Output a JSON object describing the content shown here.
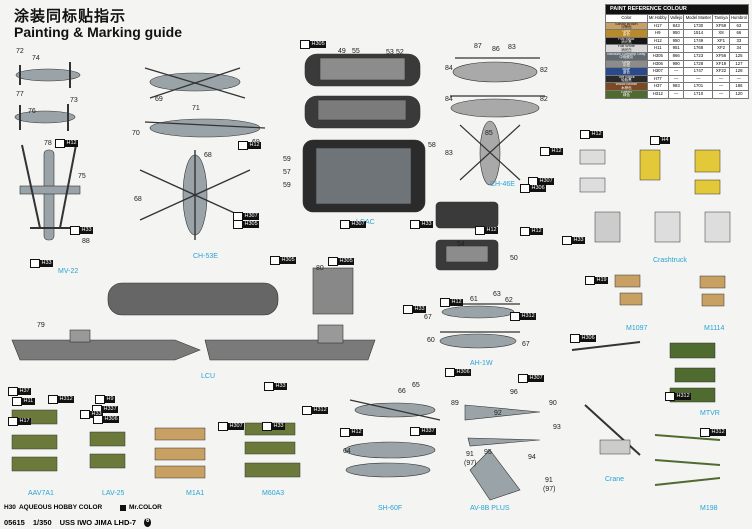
{
  "header": {
    "title_cn": "涂装同标贴指示",
    "title_en": "Painting & Marking guide"
  },
  "paint_table": {
    "title": "PAINT REFERENCE COLOUR",
    "columns": [
      "Color",
      "Mr.Hobby",
      "Vallejo",
      "Model Master",
      "Tamiya",
      "Humbrol"
    ],
    "rows": [
      {
        "color": "Sandy Brown",
        "color_cn": "沙棕色",
        "swatch": "#c9a063",
        "hobby": "H17",
        "vallejo": "843",
        "mm": "1730",
        "tamiya": "XF59",
        "humbrol": "63"
      },
      {
        "color": "Gold",
        "color_cn": "金色",
        "swatch": "#b88a2a",
        "hobby": "H9",
        "vallejo": "950",
        "mm": "1514",
        "tamiya": "X8",
        "humbrol": "66"
      },
      {
        "color": "Flat black",
        "color_cn": "消光黑",
        "swatch": "#161616",
        "hobby": "H12",
        "vallejo": "950",
        "mm": "1749",
        "tamiya": "XF1",
        "humbrol": "33"
      },
      {
        "color": "Flat White",
        "color_cn": "消光白",
        "swatch": "#d8d8d8",
        "hobby": "H11",
        "vallejo": "951",
        "mm": "1768",
        "tamiya": "XF2",
        "humbrol": "34"
      },
      {
        "color": "Medium Gunship Gray",
        "color_cn": "中炮舰灰",
        "swatch": "#5e6970",
        "hobby": "H305",
        "vallejo": "866",
        "mm": "1723",
        "tamiya": "XF56",
        "humbrol": "125"
      },
      {
        "color": "Gray",
        "color_cn": "灰色",
        "swatch": "#8c8c8c",
        "hobby": "H306",
        "vallejo": "990",
        "mm": "1728",
        "tamiya": "XF19",
        "humbrol": "127"
      },
      {
        "color": "Blue",
        "color_cn": "蓝色",
        "swatch": "#2a4a8c",
        "hobby": "H307",
        "vallejo": "—",
        "mm": "1747",
        "tamiya": "XF22",
        "humbrol": "128"
      },
      {
        "color": "Tire Black",
        "color_cn": "轮胎黑",
        "swatch": "#2a2a2a",
        "hobby": "H77",
        "vallejo": "—",
        "mm": "—",
        "tamiya": "—",
        "humbrol": "—"
      },
      {
        "color": "Wood Brown",
        "color_cn": "木棕色",
        "swatch": "#7a4a24",
        "hobby": "H37",
        "vallejo": "983",
        "mm": "1701",
        "tamiya": "—",
        "humbrol": "186"
      },
      {
        "color": "Green",
        "color_cn": "绿色",
        "swatch": "#4f6b2f",
        "hobby": "H312",
        "vallejo": "—",
        "mm": "1710",
        "tamiya": "—",
        "humbrol": "120"
      }
    ]
  },
  "labels": {
    "mv22": "MV-22",
    "ch53e": "CH-53E",
    "lcac": "LCAC",
    "ch46e": "CH-46E",
    "crashtruck": "Crashtruck",
    "lcu": "LCU",
    "ah1w": "AH-1W",
    "m1097": "M1097",
    "m1114": "M1114",
    "mtvr": "MTVR",
    "aav7a1": "AAV7A1",
    "lav25": "LAV-25",
    "m1a1": "M1A1",
    "m60a3": "M60A3",
    "sh60f": "SH-60F",
    "av8b": "AV-8B PLUS",
    "crane": "Crane",
    "m198": "M198"
  },
  "part_numbers": {
    "mv22_top": [
      "72",
      "74",
      "77"
    ],
    "mv22_side": [
      "76",
      "73",
      "78"
    ],
    "mv22_plan": [
      "75",
      "88"
    ],
    "ch53_top": [
      "69",
      "71"
    ],
    "ch53_side": [
      "70",
      "68",
      "69"
    ],
    "ch53_plan": [
      "68"
    ],
    "lcac_top": [
      "49",
      "55",
      "53",
      "52"
    ],
    "lcac_plan": [
      "58",
      "59",
      "57",
      "59"
    ],
    "lcac_front": [
      "54",
      "50"
    ],
    "ch46_top": [
      "87",
      "86",
      "83",
      "84",
      "82"
    ],
    "ch46_side": [
      "84",
      "82",
      "85",
      "83"
    ],
    "lcu": [
      "80",
      "79"
    ],
    "ah1w": [
      "61",
      "63",
      "62",
      "67",
      "60",
      "67"
    ],
    "sh60": [
      "66",
      "65",
      "64"
    ],
    "av8b": [
      "89",
      "96",
      "92",
      "90",
      "93",
      "95",
      "91",
      "(97)",
      "94",
      "91",
      "(97)"
    ]
  },
  "paint_codes": [
    "H305",
    "H307",
    "H12",
    "H33",
    "H305",
    "H307",
    "H12",
    "H33",
    "H305",
    "H307",
    "H306",
    "H12",
    "H33",
    "H12",
    "H33",
    "H12",
    "H4",
    "H19",
    "H306",
    "H312",
    "H37",
    "H312",
    "H17",
    "H12",
    "H33",
    "H306",
    "H312",
    "H337",
    "H11",
    "H337",
    "H9",
    "H33",
    "H306",
    "H307",
    "H312",
    "H305",
    "H307",
    "H12",
    "H33",
    "H12",
    "H33",
    "H312"
  ],
  "legend": {
    "hobby_key": "H30",
    "hobby_text": "AQUEOUS HOBBY COLOR",
    "mr_key": "Mr.COLOR"
  },
  "footer": {
    "code": "05615",
    "scale": "1/350",
    "name": "USS IWO JIMA LHD-7",
    "page": "6"
  }
}
